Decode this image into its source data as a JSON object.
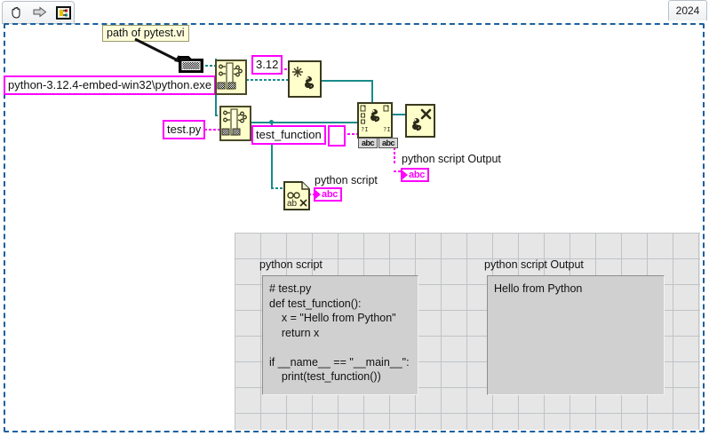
{
  "window": {
    "year_tab": "2024"
  },
  "toolbar": {
    "items": [
      {
        "name": "hand-tool-icon",
        "label": "hand-tool"
      },
      {
        "name": "arrow-icon",
        "label": "run-arrow"
      },
      {
        "name": "vi-icon",
        "label": "vi-icon"
      }
    ]
  },
  "diagram": {
    "free_label_path_of": "path of  pytest.vi",
    "constants": {
      "python_exe": "python-3.12.4-embed-win32\\python.exe",
      "python_version": "3.12",
      "script_file": "test.py",
      "function_name": "test_function",
      "empty_params": ""
    },
    "labels": {
      "python_script": "python script",
      "python_script_output": "python script Output"
    },
    "terminals": {
      "abc": "abc"
    },
    "type_selectors": [
      "abc",
      "abc"
    ],
    "nodes": [
      {
        "name": "build-path-node-1",
        "title": "Build Path"
      },
      {
        "name": "build-path-node-2",
        "title": "Build Path"
      },
      {
        "name": "open-python-session-node",
        "title": "Open Python Session"
      },
      {
        "name": "python-node",
        "title": "Python Node"
      },
      {
        "name": "close-python-session-node",
        "title": "Close Python Session"
      },
      {
        "name": "read-text-file-node",
        "title": "Read From Text File"
      },
      {
        "name": "folder-path-icon",
        "title": "Current VI Path"
      }
    ]
  },
  "panel": {
    "script_label": "python script",
    "script_text": "# test.py\ndef test_function():\n    x = \"Hello from Python\"\n    return x\n\nif __name__ == \"__main__\":\n    print(test_function())",
    "output_label": "python script Output",
    "output_text": "Hello from Python"
  },
  "colors": {
    "wire_teal": "#1a8a8a",
    "constant_magenta": "#ff00ff",
    "frame_blue": "#1b5f9e",
    "node_fill": "#ffffcc"
  }
}
